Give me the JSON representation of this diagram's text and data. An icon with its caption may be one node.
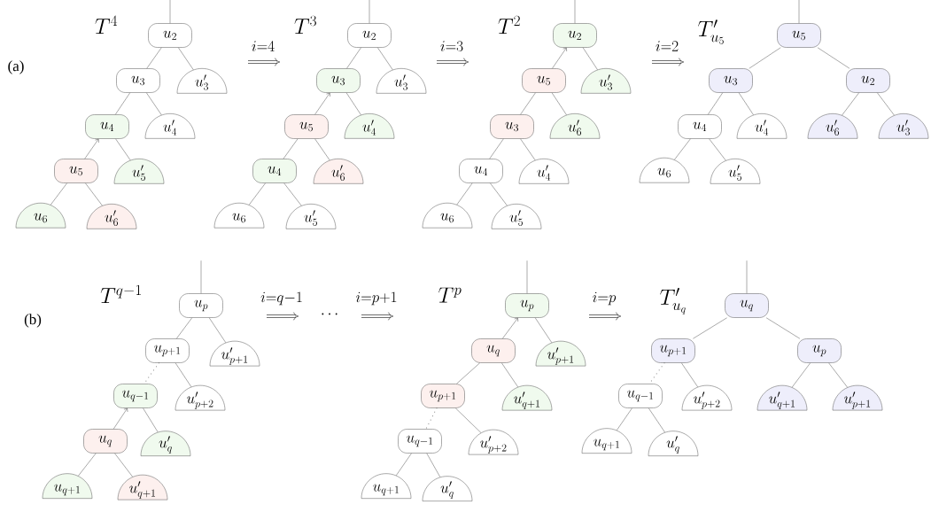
{
  "diagram": {
    "nodes": [
      {
        "text": [
          "u_{2}"
        ]
      },
      {
        "text": [
          "u_{3}"
        ]
      },
      {
        "text": [
          "u'_{3}"
        ]
      },
      {
        "text": [
          "u_{4}"
        ]
      },
      {
        "text": [
          "u'_{4}"
        ]
      },
      {
        "text": [
          "u_{5}"
        ]
      },
      {
        "text": [
          "u'_{5}"
        ]
      },
      {
        "text": [
          "u_{6}"
        ]
      },
      {
        "text": [
          "u'_{6}"
        ]
      },
      {
        "text": [
          "u_{2}"
        ]
      },
      {
        "text": [
          "u_{3}"
        ]
      },
      {
        "text": [
          "u'_{3}"
        ]
      },
      {
        "text": [
          "u_{5}"
        ]
      },
      {
        "text": [
          "u'_{4}"
        ]
      },
      {
        "text": [
          "u_{4}"
        ]
      },
      {
        "text": [
          "u'_{6}"
        ]
      },
      {
        "text": [
          "u_{6}"
        ]
      },
      {
        "text": [
          "u'_{5}"
        ]
      },
      {
        "text": [
          "u_{2}"
        ]
      },
      {
        "text": [
          "u_{5}"
        ]
      },
      {
        "text": [
          "u'_{3}"
        ]
      },
      {
        "text": [
          "u_{3}"
        ]
      },
      {
        "text": [
          "u'_{6}"
        ]
      },
      {
        "text": [
          "u_{4}"
        ]
      },
      {
        "text": [
          "u'_{4}"
        ]
      },
      {
        "text": [
          "u_{6}"
        ]
      },
      {
        "text": [
          "u'_{5}"
        ]
      },
      {
        "text": [
          "u_{5}"
        ]
      },
      {
        "text": [
          "u_{3}"
        ]
      },
      {
        "text": [
          "u_{2}"
        ]
      },
      {
        "text": [
          "u_{4}"
        ]
      },
      {
        "text": [
          "u'_{4}"
        ]
      },
      {
        "text": [
          "u'_{6}"
        ]
      },
      {
        "text": [
          "u'_{3}"
        ]
      },
      {
        "text": [
          "u_{6}"
        ]
      },
      {
        "text": [
          "u'_{5}"
        ]
      },
      {
        "text": [
          "u_{p}"
        ]
      },
      {
        "text": [
          "u_{p+1}"
        ]
      },
      {
        "text": [
          "u'_{p+1}"
        ]
      },
      {
        "text": [
          "u_{q-1}"
        ]
      },
      {
        "text": [
          "u'_{p+2}"
        ]
      },
      {
        "text": [
          "u_{q}"
        ]
      },
      {
        "text": [
          "u'_{q}"
        ]
      },
      {
        "text": [
          "u_{q+1}"
        ]
      },
      {
        "text": [
          "u'_{q+1}"
        ]
      },
      {
        "text": [
          "u_{p}"
        ]
      },
      {
        "text": [
          "u_{q}"
        ]
      },
      {
        "text": [
          "u'_{p+1}"
        ]
      },
      {
        "text": [
          "u_{p+1}"
        ]
      },
      {
        "text": [
          "u'_{q+1}"
        ]
      },
      {
        "text": [
          "u_{q-1}"
        ]
      },
      {
        "text": [
          "u'_{p+2}"
        ]
      },
      {
        "text": [
          "u_{q+1}"
        ]
      },
      {
        "text": [
          "u'_{q}"
        ]
      },
      {
        "text": [
          "u_{q}"
        ]
      },
      {
        "text": [
          "u_{p+1}"
        ]
      },
      {
        "text": [
          "u_{p}"
        ]
      },
      {
        "text": [
          "u_{q-1}"
        ]
      },
      {
        "text": [
          "u'_{p+2}"
        ]
      },
      {
        "text": [
          "u'_{q+1}"
        ]
      },
      {
        "text": [
          "u'_{p+1}"
        ]
      },
      {
        "text": [
          "u_{q+1}"
        ]
      },
      {
        "text": [
          "u'_{q}"
        ]
      }
    ],
    "edges": [
      {
        "from": null,
        "to": 0,
        "arrow": "none"
      },
      {
        "from": 0,
        "to": 1,
        "arrow": "none"
      },
      {
        "from": 0,
        "to": 2,
        "arrow": "none"
      },
      {
        "from": 1,
        "to": 3,
        "arrow": "none"
      },
      {
        "from": 1,
        "to": 4,
        "arrow": "none"
      },
      {
        "from": 5,
        "to": 3,
        "arrow": "to"
      },
      {
        "from": 3,
        "to": 6,
        "arrow": "none"
      },
      {
        "from": 5,
        "to": 7,
        "arrow": "none"
      },
      {
        "from": 5,
        "to": 8,
        "arrow": "none"
      },
      {
        "from": null,
        "to": 9,
        "arrow": "none"
      },
      {
        "from": 9,
        "to": 10,
        "arrow": "none"
      },
      {
        "from": 9,
        "to": 11,
        "arrow": "none"
      },
      {
        "from": 12,
        "to": 10,
        "arrow": "to"
      },
      {
        "from": 10,
        "to": 13,
        "arrow": "none"
      },
      {
        "from": 12,
        "to": 14,
        "arrow": "none"
      },
      {
        "from": 12,
        "to": 15,
        "arrow": "none"
      },
      {
        "from": 14,
        "to": 16,
        "arrow": "none"
      },
      {
        "from": 14,
        "to": 17,
        "arrow": "none"
      },
      {
        "from": null,
        "to": 18,
        "arrow": "none"
      },
      {
        "from": 19,
        "to": 18,
        "arrow": "to"
      },
      {
        "from": 18,
        "to": 20,
        "arrow": "none"
      },
      {
        "from": 19,
        "to": 21,
        "arrow": "none"
      },
      {
        "from": 19,
        "to": 22,
        "arrow": "none"
      },
      {
        "from": 21,
        "to": 23,
        "arrow": "none"
      },
      {
        "from": 21,
        "to": 24,
        "arrow": "none"
      },
      {
        "from": 23,
        "to": 25,
        "arrow": "none"
      },
      {
        "from": 23,
        "to": 26,
        "arrow": "none"
      },
      {
        "from": null,
        "to": 27,
        "arrow": "none"
      },
      {
        "from": 27,
        "to": 28,
        "arrow": "none"
      },
      {
        "from": 27,
        "to": 29,
        "arrow": "none"
      },
      {
        "from": 28,
        "to": 30,
        "arrow": "none"
      },
      {
        "from": 28,
        "to": 31,
        "arrow": "none"
      },
      {
        "from": 29,
        "to": 32,
        "arrow": "none"
      },
      {
        "from": 29,
        "to": 33,
        "arrow": "none"
      },
      {
        "from": 30,
        "to": 34,
        "arrow": "none"
      },
      {
        "from": 30,
        "to": 35,
        "arrow": "none"
      },
      {
        "from": null,
        "to": 36,
        "arrow": "none"
      },
      {
        "from": 36,
        "to": 37,
        "arrow": "none"
      },
      {
        "from": 36,
        "to": 38,
        "arrow": "none"
      },
      {
        "from": 37,
        "to": 39,
        "arrow": "none",
        "style": "dashed"
      },
      {
        "from": 37,
        "to": 40,
        "arrow": "none"
      },
      {
        "from": 41,
        "to": 39,
        "arrow": "to"
      },
      {
        "from": 39,
        "to": 42,
        "arrow": "none"
      },
      {
        "from": 41,
        "to": 43,
        "arrow": "none"
      },
      {
        "from": 41,
        "to": 44,
        "arrow": "none"
      },
      {
        "from": null,
        "to": 45,
        "arrow": "none"
      },
      {
        "from": 46,
        "to": 45,
        "arrow": "to"
      },
      {
        "from": 45,
        "to": 47,
        "arrow": "none"
      },
      {
        "from": 46,
        "to": 48,
        "arrow": "none"
      },
      {
        "from": 46,
        "to": 49,
        "arrow": "none"
      },
      {
        "from": 48,
        "to": 50,
        "arrow": "none",
        "style": "dashed"
      },
      {
        "from": 48,
        "to": 51,
        "arrow": "none"
      },
      {
        "from": 50,
        "to": 52,
        "arrow": "none"
      },
      {
        "from": 50,
        "to": 53,
        "arrow": "none"
      },
      {
        "from": null,
        "to": 54,
        "arrow": "none"
      },
      {
        "from": 54,
        "to": 55,
        "arrow": "none"
      },
      {
        "from": 54,
        "to": 56,
        "arrow": "none"
      },
      {
        "from": 55,
        "to": 57,
        "arrow": "none",
        "style": "dashed"
      },
      {
        "from": 55,
        "to": 58,
        "arrow": "none"
      },
      {
        "from": 56,
        "to": 59,
        "arrow": "none"
      },
      {
        "from": 56,
        "to": 60,
        "arrow": "none"
      },
      {
        "from": 57,
        "to": 61,
        "arrow": "none"
      },
      {
        "from": 57,
        "to": 62,
        "arrow": "none"
      }
    ],
    "labels": [
      "T^{4}",
      "(a)",
      "i{=}4",
      "T^{3}",
      "i{=}3",
      "T^{2}",
      "i{=}2",
      "T'_{u_5}",
      "T^{q-1}",
      "(b)",
      "i{=}q{-}1",
      "\\cdots",
      "i{=}p{+}1",
      "T^{p}",
      "i{=}p",
      "T'_{u_q}"
    ]
  }
}
